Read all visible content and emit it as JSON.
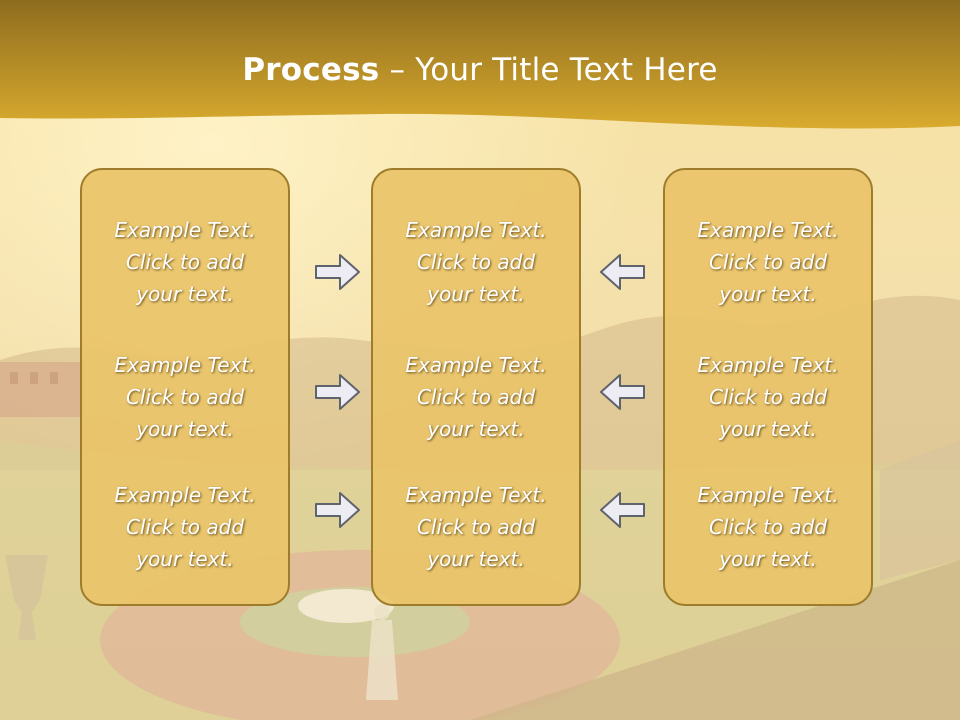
{
  "slide": {
    "title_bold": "Process",
    "title_rest": " – Your Title Text Here",
    "colors": {
      "header_top": "#8e6c1f",
      "header_bottom": "#d9ab2e",
      "box_fill": "#e9c469",
      "box_border": "#9e7c2c",
      "arrow_fill": "#ececf2",
      "arrow_stroke": "#5f636d"
    }
  },
  "columns": [
    {
      "items": [
        {
          "line1": "Example Text.",
          "line2": "Click  to add",
          "line3": "your text."
        },
        {
          "line1": "Example Text.",
          "line2": "Click  to add",
          "line3": "your text."
        },
        {
          "line1": "Example Text.",
          "line2": "Click  to add",
          "line3": "your text."
        }
      ]
    },
    {
      "items": [
        {
          "line1": "Example Text.",
          "line2": "Click  to add",
          "line3": "your text."
        },
        {
          "line1": "Example Text.",
          "line2": "Click  to add",
          "line3": "your text."
        },
        {
          "line1": "Example Text.",
          "line2": "Click  to add",
          "line3": "your text."
        }
      ]
    },
    {
      "items": [
        {
          "line1": "Example Text.",
          "line2": "Click  to add",
          "line3": "your text."
        },
        {
          "line1": "Example Text.",
          "line2": "Click  to add",
          "line3": "your text."
        },
        {
          "line1": "Example Text.",
          "line2": "Click  to add",
          "line3": "your text."
        }
      ]
    }
  ],
  "arrows": {
    "left_group": [
      "right-arrow-icon",
      "right-arrow-icon",
      "right-arrow-icon"
    ],
    "right_group": [
      "left-arrow-icon",
      "left-arrow-icon",
      "left-arrow-icon"
    ]
  }
}
